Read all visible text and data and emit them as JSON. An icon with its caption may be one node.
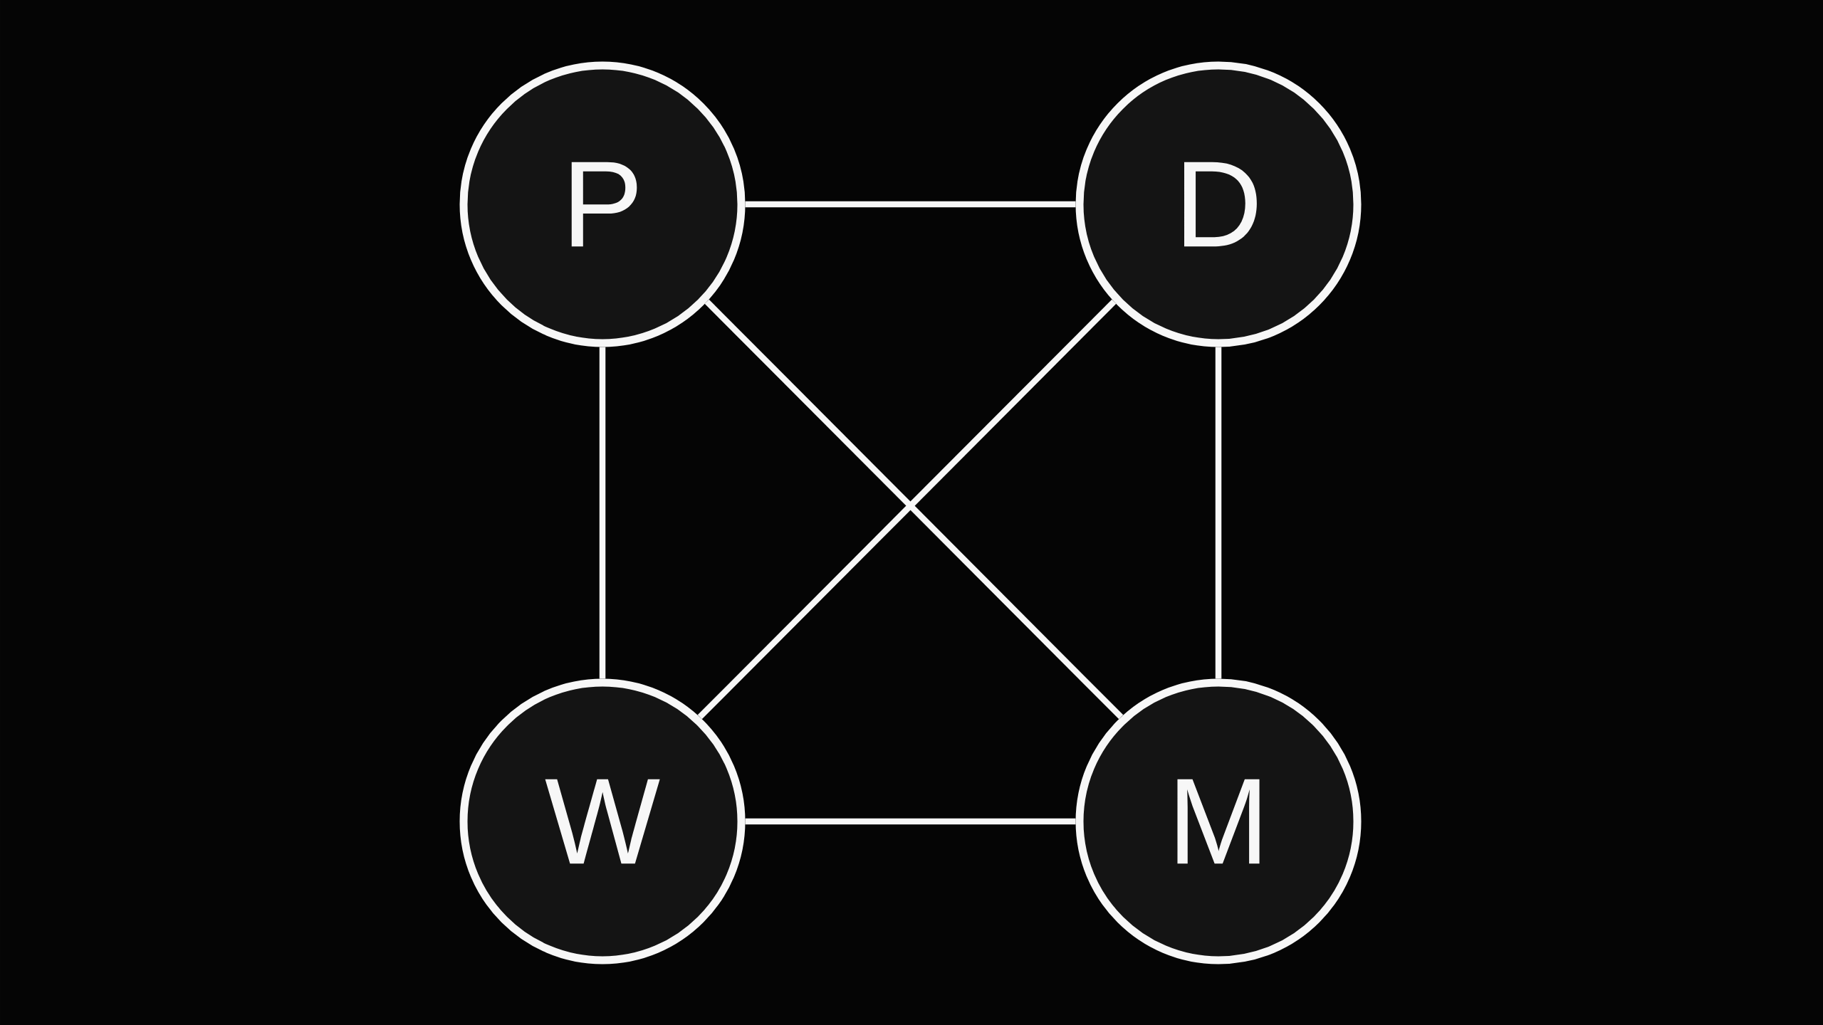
{
  "diagram": {
    "nodes": [
      {
        "text": [
          "P"
        ]
      },
      {
        "text": [
          "D"
        ]
      },
      {
        "text": [
          "W"
        ]
      },
      {
        "text": [
          "M"
        ]
      }
    ],
    "edges": [
      {
        "from": 0,
        "to": 1,
        "arrow": "none"
      },
      {
        "from": 0,
        "to": 2,
        "arrow": "none"
      },
      {
        "from": 0,
        "to": 3,
        "arrow": "none"
      },
      {
        "from": 1,
        "to": 2,
        "arrow": "none"
      },
      {
        "from": 1,
        "to": 3,
        "arrow": "none"
      },
      {
        "from": 2,
        "to": 3,
        "arrow": "none"
      }
    ]
  }
}
